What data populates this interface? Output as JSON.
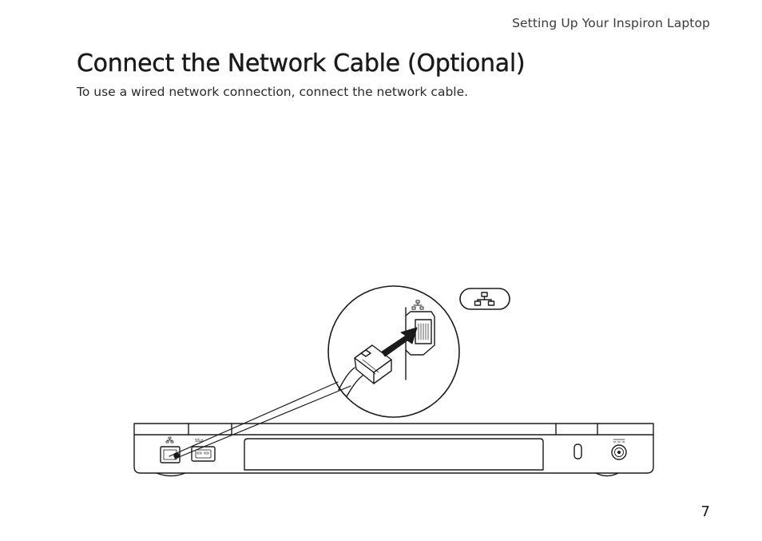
{
  "header": {
    "running_title": "Setting Up Your Inspiron Laptop"
  },
  "main": {
    "title": "Connect the Network Cable (Optional)",
    "intro": "To use a wired network connection, connect the network cable."
  },
  "illustration": {
    "icons": [
      "network-connector-icon",
      "usb-icon",
      "power-adapter-icon",
      "security-lock-slot"
    ]
  },
  "footer": {
    "page_number": "7"
  }
}
